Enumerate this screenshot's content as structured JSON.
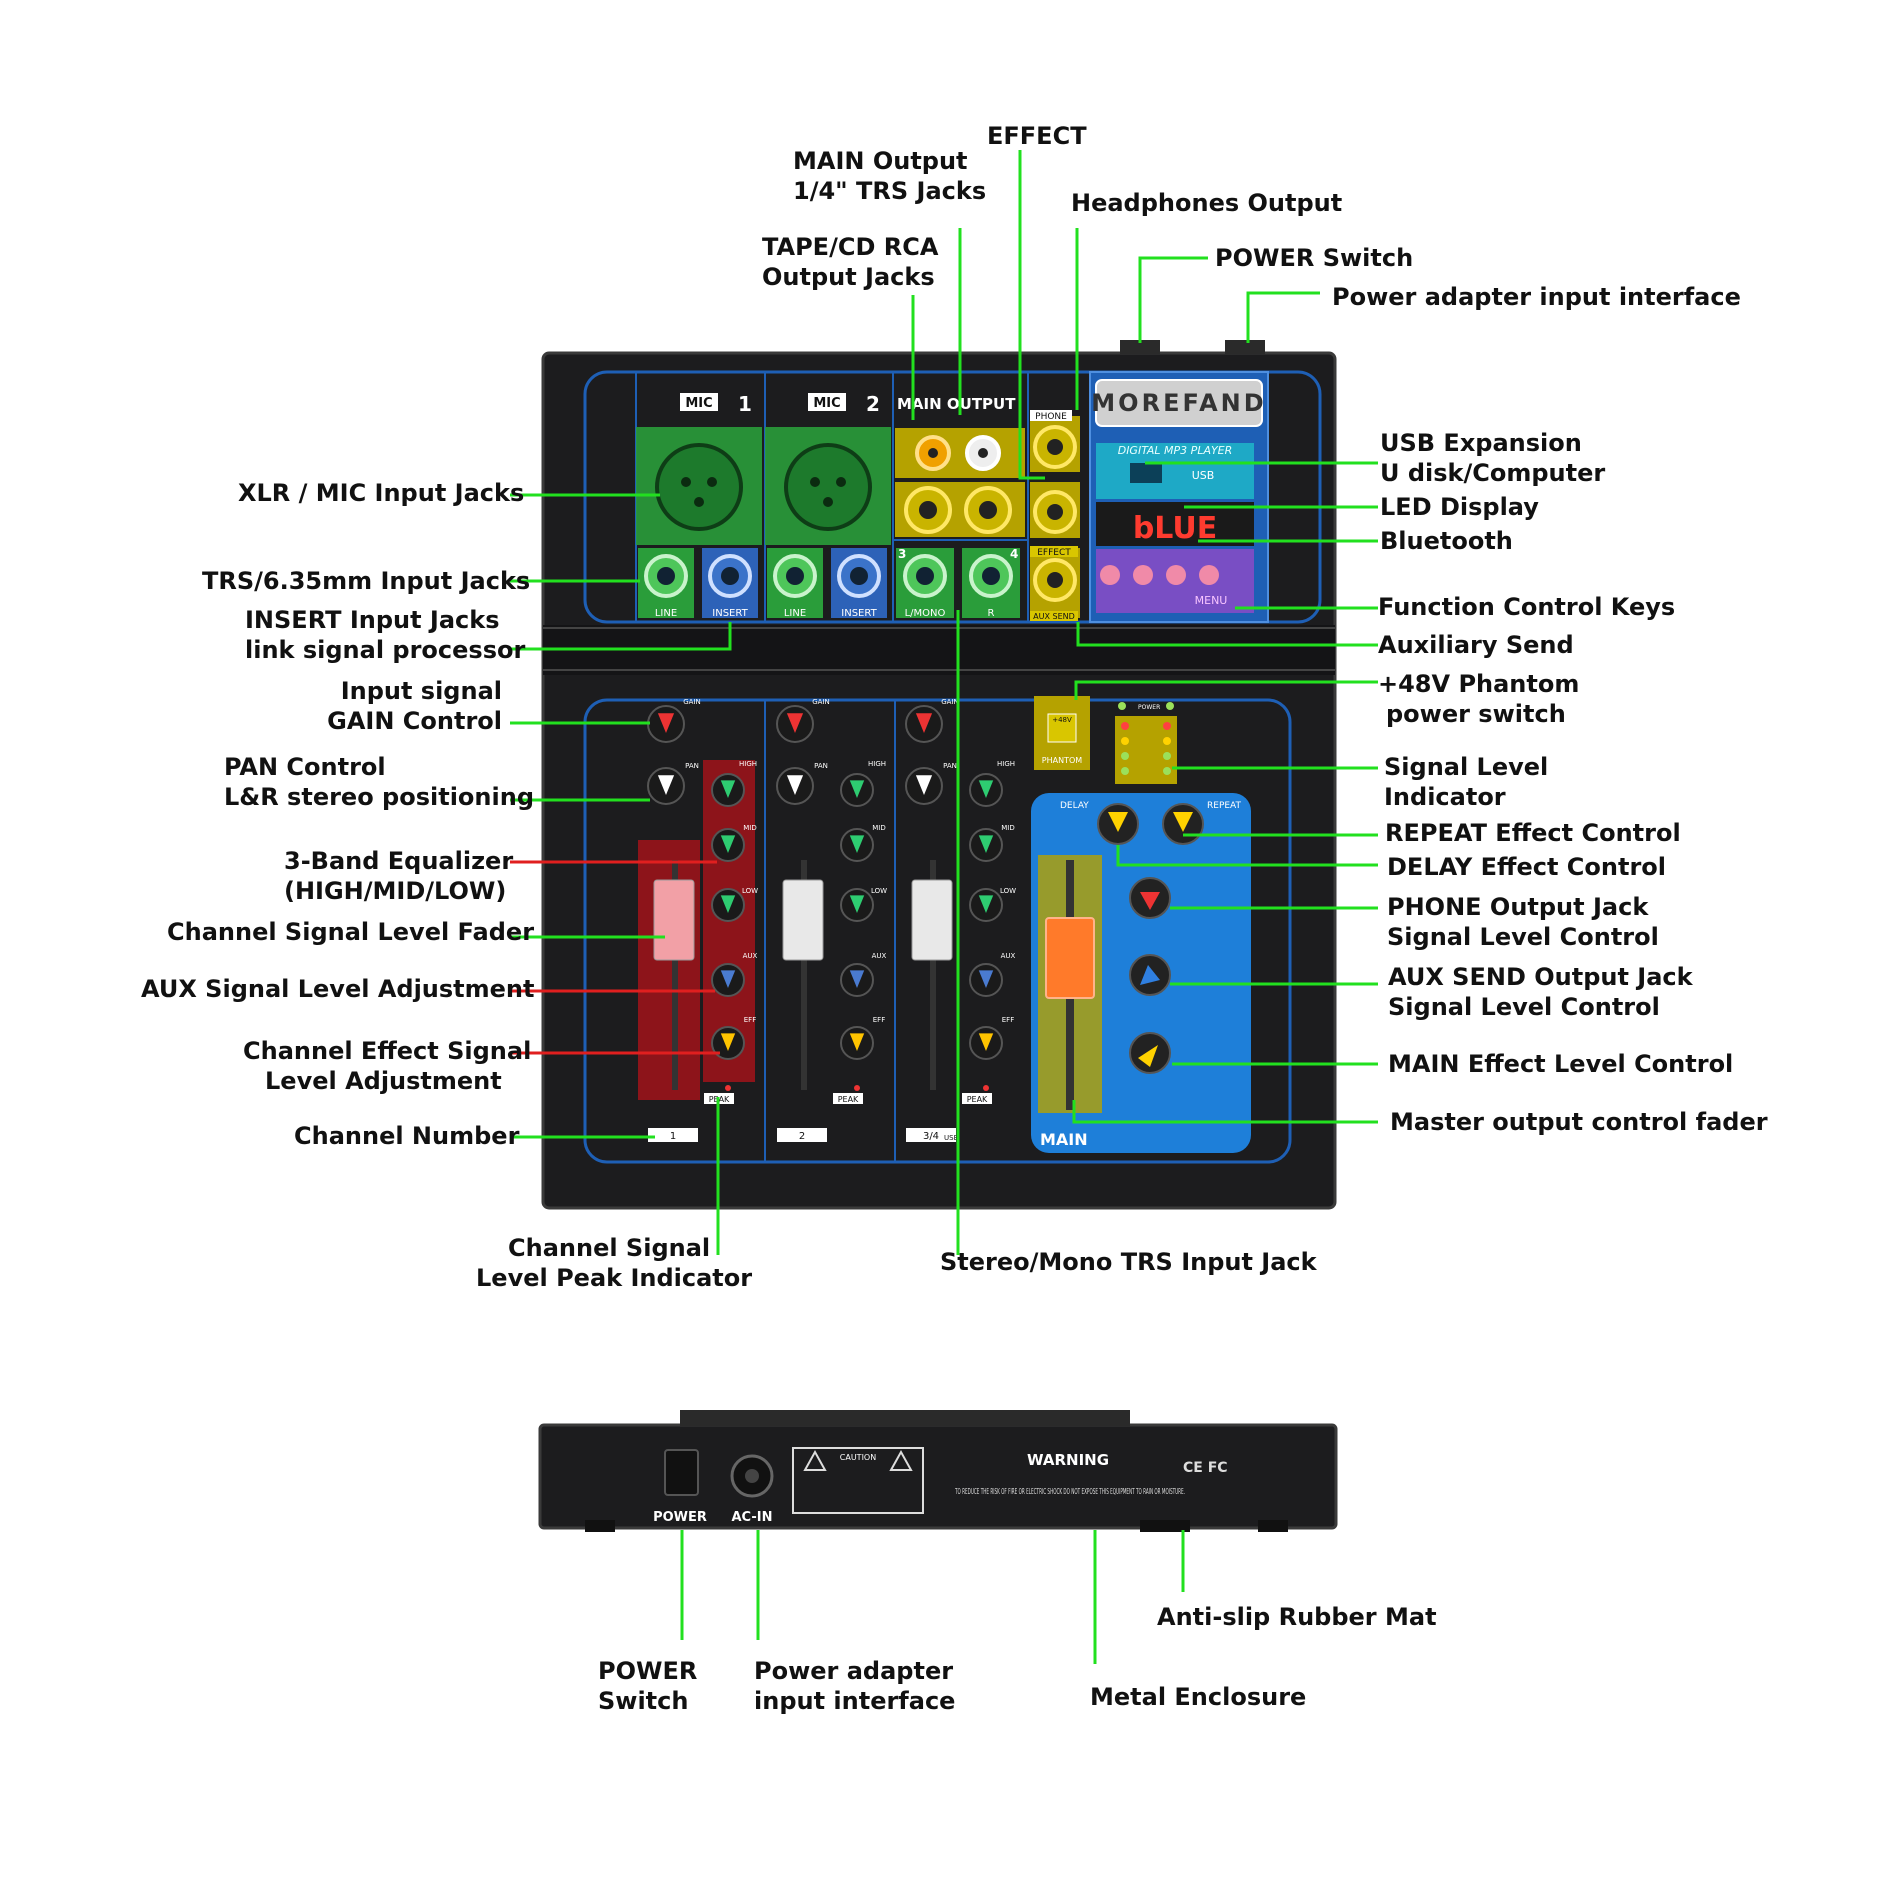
{
  "colors": {
    "leader_green": "#22e01f",
    "leader_red": "#e01f1f",
    "mixer_body": "#1c1c1e",
    "panel_blue": "#1e7fd9",
    "highlight_green": "#2a9d3a",
    "highlight_yellow": "#b5a200",
    "highlight_red": "#b3121a"
  },
  "mixer": {
    "brand": "MOREFAND",
    "mp3_player": "DIGITAL MP3 PLAYER",
    "usb": "USB",
    "led_display": "bLUE",
    "phone": "PHONE",
    "mic1": "MIC",
    "mic1_num": "1",
    "mic2": "MIC",
    "mic2_num": "2",
    "main_output": "MAIN OUTPUT",
    "line": "LINE",
    "insert": "INSERT",
    "lmono": "L/MONO",
    "r": "R",
    "effect": "EFFECT",
    "aux_send": "AUX SEND",
    "menu": "MENU",
    "gain": "GAIN",
    "pan": "PAN",
    "high": "HIGH",
    "mid": "MID",
    "low": "LOW",
    "aux": "AUX",
    "eff": "EFF",
    "peak": "PEAK",
    "ch1": "1",
    "ch2": "2",
    "ch34": "3/4",
    "ch34_usb": "USB",
    "delay": "DELAY",
    "repeat": "REPEAT",
    "main": "MAIN",
    "phantom": "PHANTOM",
    "phantom_v": "+48V",
    "power": "POWER",
    "ch3": "3",
    "ch4": "4"
  },
  "rear": {
    "power": "POWER",
    "ac_in": "AC-IN",
    "caution": "CAUTION",
    "warning": "WARNING",
    "warning_text": "TO REDUCE THE RISK OF FIRE OR ELECTRIC SHOCK DO NOT EXPOSE THIS EQUIPMENT TO RAIN OR MOISTURE.",
    "marks": "CE FC"
  },
  "labels": {
    "effect": "EFFECT",
    "main_output": [
      "MAIN Output",
      "1/4\" TRS Jacks"
    ],
    "headphones": "Headphones Output",
    "tape_cd": [
      "TAPE/CD RCA",
      "Output Jacks"
    ],
    "power_switch": "POWER Switch",
    "power_adapter": "Power adapter input interface",
    "xlr": "XLR / MIC Input Jacks",
    "usb_expansion": [
      "USB Expansion",
      "U disk/Computer"
    ],
    "led_display": "LED Display",
    "bluetooth": "Bluetooth",
    "trs": "TRS/6.35mm Input Jacks",
    "insert": [
      "INSERT Input Jacks",
      "link signal processor"
    ],
    "function_keys": "Function Control Keys",
    "aux_send": "Auxiliary Send",
    "gain": [
      "Input signal",
      "GAIN Control"
    ],
    "phantom": [
      "+48V Phantom",
      "power switch"
    ],
    "pan": [
      "PAN Control",
      "L&R stereo positioning"
    ],
    "signal_level": [
      "Signal Level",
      "Indicator"
    ],
    "eq": [
      "3-Band Equalizer",
      "(HIGH/MID/LOW)"
    ],
    "repeat": "REPEAT Effect Control",
    "delay": "DELAY Effect Control",
    "fader": "Channel Signal Level Fader",
    "phone_out": [
      "PHONE Output Jack",
      "Signal Level Control"
    ],
    "aux_adj": "AUX Signal Level Adjustment",
    "aux_send_out": [
      "AUX SEND Output Jack",
      "Signal Level Control"
    ],
    "ch_effect": [
      "Channel Effect Signal",
      "Level Adjustment"
    ],
    "main_effect": "MAIN Effect Level Control",
    "ch_number": "Channel Number",
    "master_fader": "Master output control fader",
    "peak": [
      "Channel Signal",
      "Level Peak Indicator"
    ],
    "stereo_mono": "Stereo/Mono TRS Input Jack",
    "rear_power": [
      "POWER",
      "Switch"
    ],
    "rear_adapter": [
      "Power adapter",
      "input interface"
    ],
    "anti_slip": "Anti-slip Rubber Mat",
    "metal": "Metal Enclosure"
  }
}
